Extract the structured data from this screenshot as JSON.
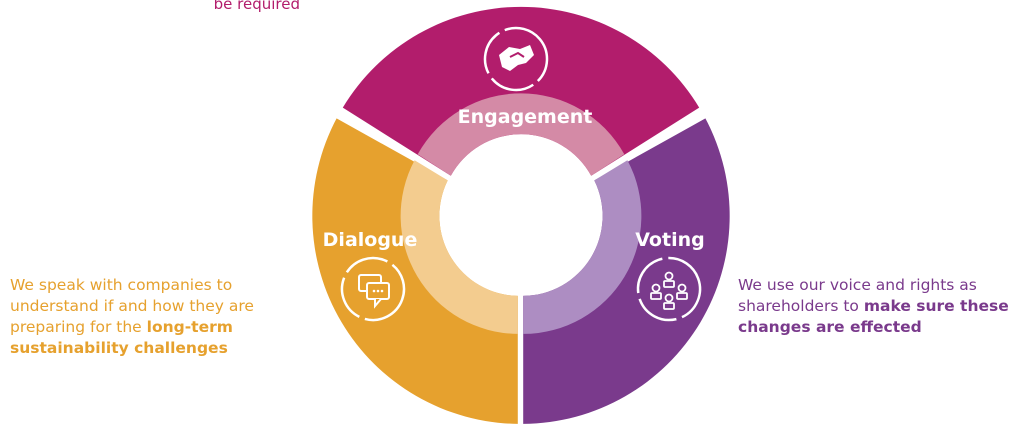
{
  "top_fragment": "be required",
  "segments": {
    "engagement": {
      "label": "Engagement",
      "color": "#b21d6c",
      "inner_color": "#d48aa6",
      "icon": "handshake-icon"
    },
    "dialogue": {
      "label": "Dialogue",
      "color": "#e6a12e",
      "inner_color": "#f3cc8f",
      "icon": "chat-bubbles-icon"
    },
    "voting": {
      "label": "Voting",
      "color": "#7a3a8c",
      "inner_color": "#ad8dc2",
      "icon": "people-vote-icon"
    }
  },
  "descriptions": {
    "left": {
      "normal": "We speak with companies to understand if and how they are preparing for the",
      "bold": "long-term sustainability challenges"
    },
    "right": {
      "normal": "We use our voice and rights as shareholders to",
      "bold": "make sure these changes are effected"
    }
  }
}
